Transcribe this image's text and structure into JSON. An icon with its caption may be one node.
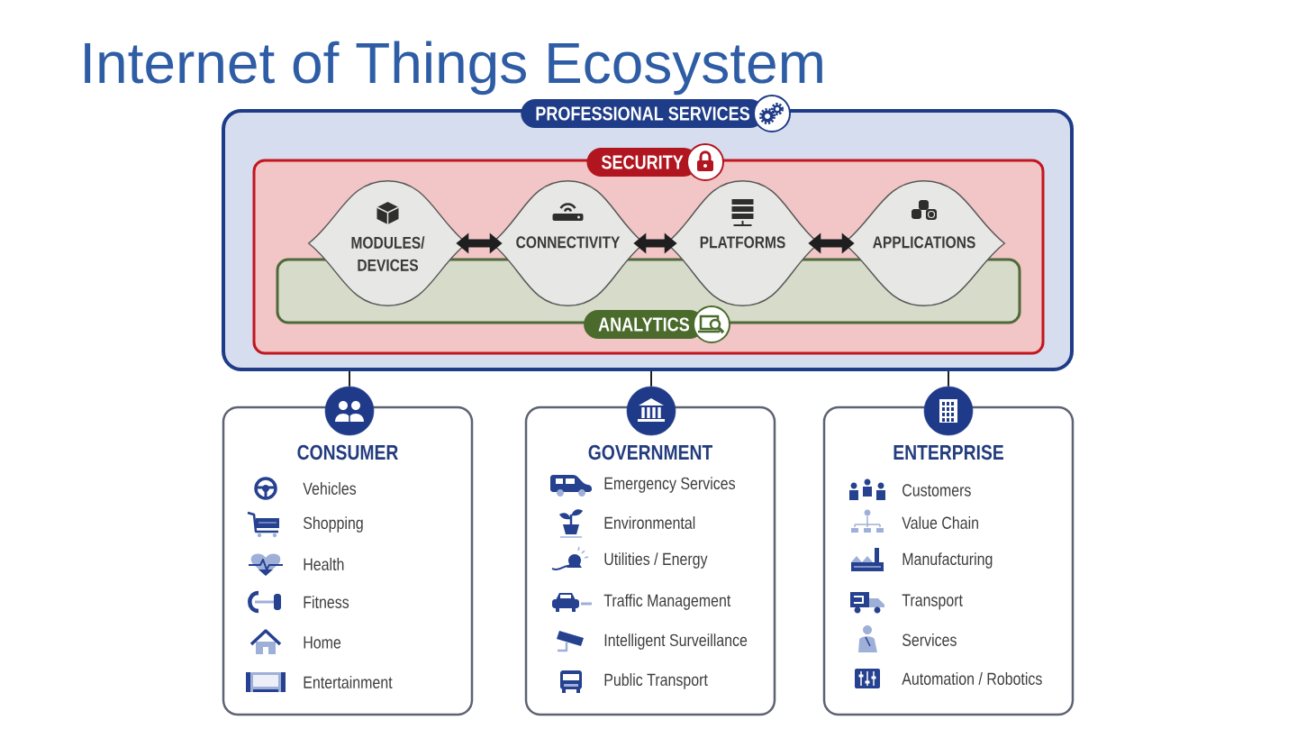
{
  "diagram": {
    "title": "Internet of Things Ecosystem",
    "nodes": [
      {
        "text": [
          "PROFESSIONAL SERVICES"
        ]
      },
      {
        "text": [
          "SECURITY"
        ],
        "in": 0
      },
      {
        "text": [
          "ANALYTICS"
        ],
        "in": 1
      },
      {
        "text": [
          "MODULES/ DEVICES"
        ],
        "in": 1
      },
      {
        "text": [
          "CONNECTIVITY"
        ],
        "in": 1
      },
      {
        "text": [
          "PLATFORMS"
        ],
        "in": 1
      },
      {
        "text": [
          "APPLICATIONS"
        ],
        "in": 1
      },
      {
        "text": [],
        "shape": "circle"
      },
      {
        "text": [
          "CONSUMER",
          "Vehicles",
          "Shopping",
          "Health",
          "Fitness",
          "Home",
          "Entertainment"
        ]
      },
      {
        "text": [],
        "shape": "circle"
      },
      {
        "text": [
          "GOVERNMENT",
          "Emergency Services",
          "Environmental",
          "Utilities / Energy",
          "Traffic Management",
          "Intelligent Surveillance",
          "Public Transport"
        ]
      },
      {
        "text": [],
        "shape": "circle"
      },
      {
        "text": [
          "ENTERPRISE",
          "Customers",
          "Value Chain",
          "Manufacturing",
          "Transport",
          "Services",
          "Automation / Robotics"
        ]
      }
    ],
    "edges": [
      {
        "from": 3,
        "to": 4,
        "arrow": "both",
        "style": "thick"
      },
      {
        "from": 4,
        "to": 5,
        "arrow": "both",
        "style": "thick"
      },
      {
        "from": 5,
        "to": 6,
        "arrow": "both",
        "style": "thick"
      },
      {
        "from": 0,
        "to": 7,
        "arrow": "none"
      },
      {
        "from": 0,
        "to": 9,
        "arrow": "none"
      },
      {
        "from": 0,
        "to": 11,
        "arrow": "none"
      }
    ]
  }
}
